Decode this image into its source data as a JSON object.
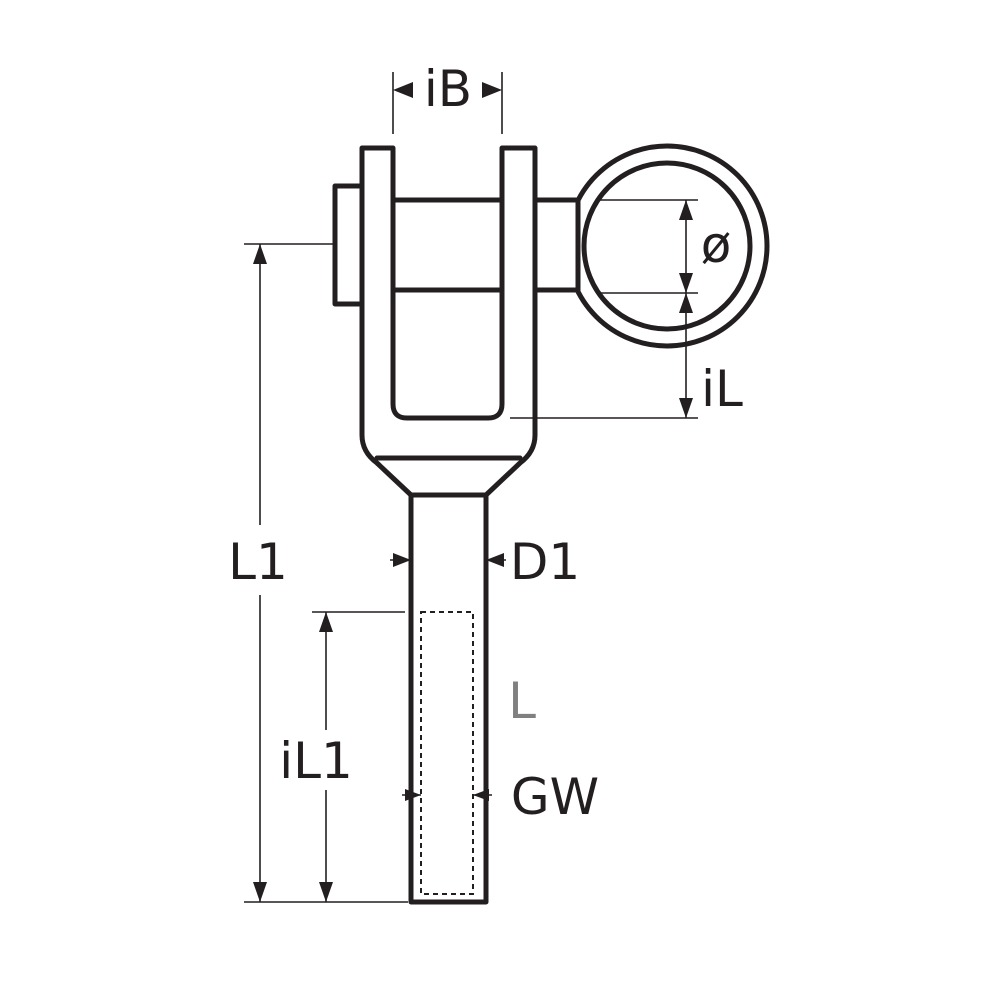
{
  "labels": {
    "inner_width": "iB",
    "pin_diameter": "ø",
    "inner_length": "iL",
    "total_length": "L1",
    "shank_diameter": "D1",
    "thread_depth": "iL1",
    "length": "L",
    "thread_size": "GW"
  }
}
